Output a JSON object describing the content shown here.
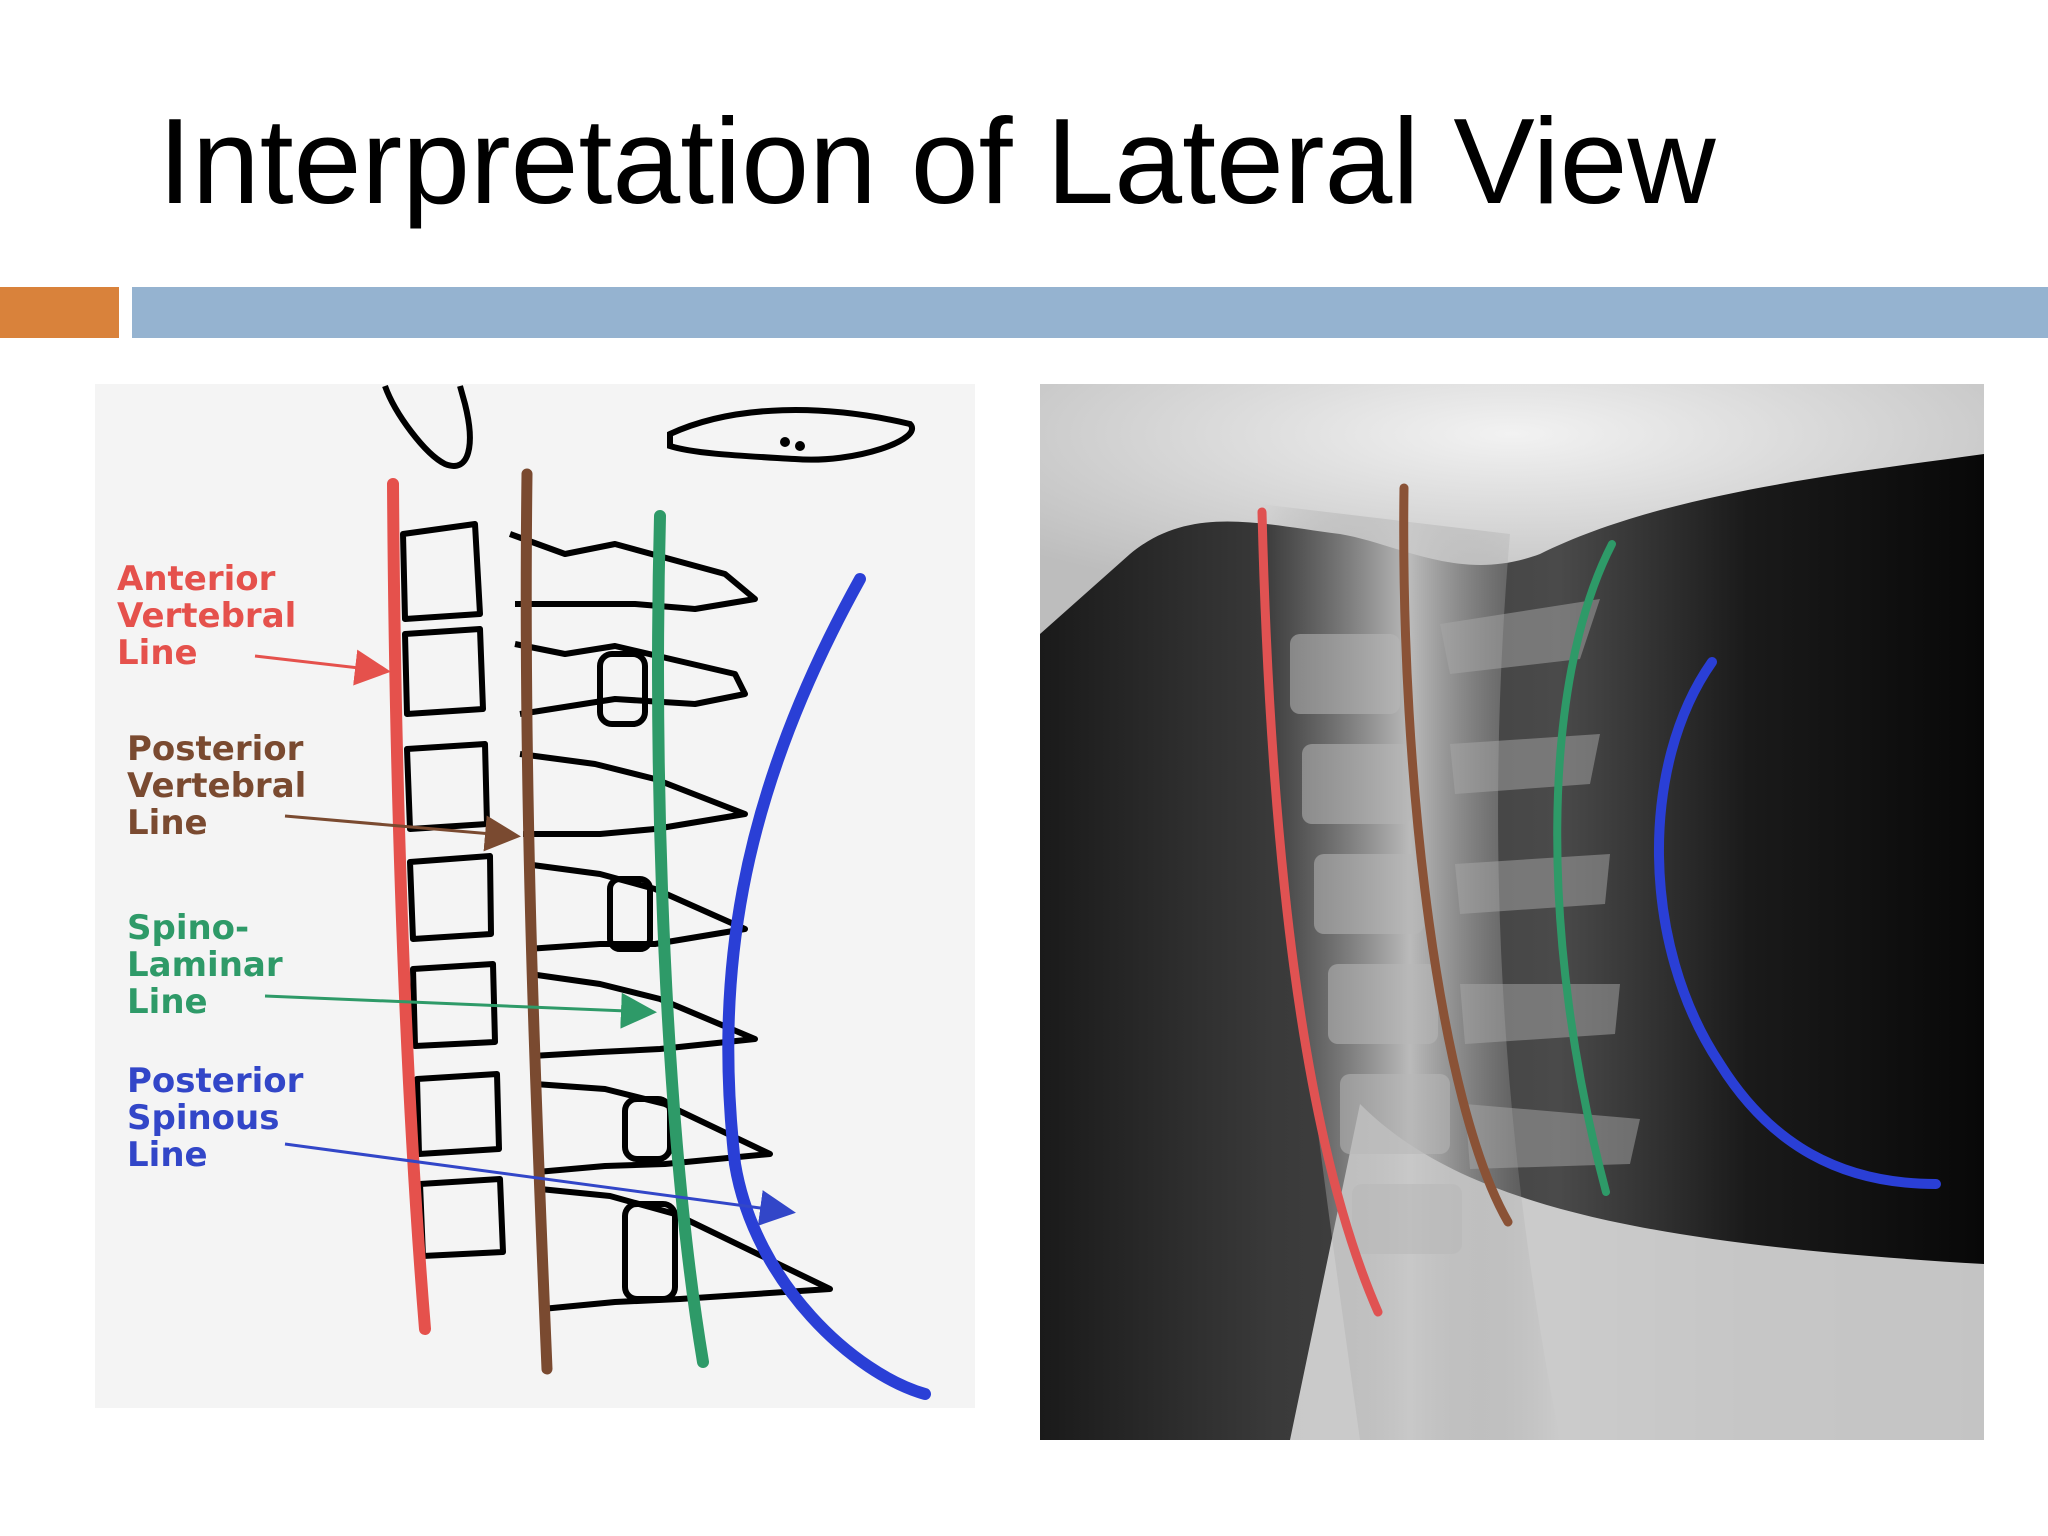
{
  "slide": {
    "title": "Interpretation of Lateral View"
  },
  "diagram": {
    "labels": [
      {
        "id": "anterior",
        "lines": [
          "Anterior",
          "Vertebral",
          "Line"
        ],
        "color": "#e5514c"
      },
      {
        "id": "posterior",
        "lines": [
          "Posterior",
          "Vertebral",
          "Line"
        ],
        "color": "#7a4a30"
      },
      {
        "id": "spino",
        "lines": [
          "Spino-",
          "Laminar",
          "Line"
        ],
        "color": "#2e9a68"
      },
      {
        "id": "spinous",
        "lines": [
          "Posterior",
          "Spinous",
          "Line"
        ],
        "color": "#3246c8"
      }
    ],
    "line_colors": {
      "anterior_vertebral": "#e5514c",
      "posterior_vertebral": "#7a4a30",
      "spino_laminar": "#2e9a68",
      "posterior_spinous": "#2a3fd6"
    }
  },
  "accent_colors": {
    "orange": "#d9823b",
    "blue": "#95b3d0"
  }
}
